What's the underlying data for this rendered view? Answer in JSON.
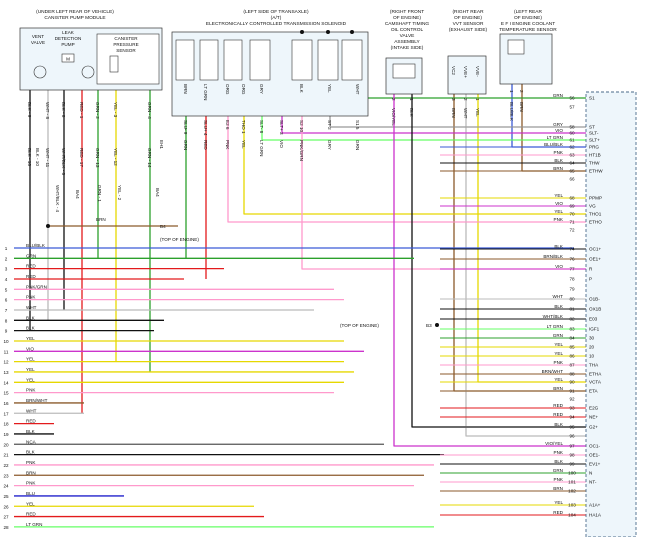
{
  "headers": {
    "canister": [
      "(UNDER LEFT REAR OF VEHICLE)",
      "CANISTER PUMP MODULE"
    ],
    "transaxle": [
      "(LEFT SIDE OF TRANSAXLE)",
      "(A/T)",
      "ELECTRONICALLY CONTROLLED TRANSMISSION SOLENOID"
    ],
    "camshaft": [
      "(RIGHT FRONT",
      "OF ENGINE)",
      "CAMSHAFT TIMING",
      "OIL CONTROL",
      "VALVE",
      "ASSEMBLY",
      "(INTAKE SIDE)"
    ],
    "vvt": [
      "(RIGHT REAR",
      "OF ENGINE)",
      "VVT SENSOR",
      "(EXHAUST SIDE)"
    ],
    "coolant": [
      "(LEFT REAR",
      "OF ENGINE)",
      "E F I ENGINE COOLANT",
      "TEMPERATURE SENSOR"
    ]
  },
  "canister_parts": {
    "vent": [
      "VENT",
      "VALVE"
    ],
    "leak": [
      "LEAK",
      "DETECTION",
      "PUMP"
    ],
    "sensor": [
      "CANISTER",
      "PRESSURE",
      "SENSOR"
    ]
  },
  "canister_wires": [
    {
      "top": "BLK - 9",
      "bottom": "BLK - 16",
      "color": "#111111"
    },
    {
      "top": "WHT - 8",
      "bottom": "WHT - 11",
      "color": "#bbbbbb"
    },
    {
      "top": "BLK - 6",
      "bottom": "WHT/BLK - 6",
      "color": "#111111"
    },
    {
      "top": "RED - 1",
      "bottom": "RED - 17",
      "color": "#e31a1c"
    },
    {
      "top": "GRN - 2",
      "bottom": "GRN - 13",
      "color": "#2ca02c"
    },
    {
      "top": "YEL - 3",
      "bottom": "YEL - 12",
      "color": "#e6d800"
    },
    {
      "top": "GRN - 4",
      "bottom": "GRN - 14",
      "color": "#2ca02c"
    }
  ],
  "canister_extra": [
    "BLK - 10",
    "GRN - 1",
    "YEL - 2",
    "WHT/BLK - 4"
  ],
  "side_codes": [
    "EH1",
    "BA4",
    "BA4"
  ],
  "solenoid_wires": [
    {
      "label": "GRN",
      "pin": "SLU- 9",
      "top": "BRN",
      "color": "#2ca02c"
    },
    {
      "label": "RED",
      "pin": "SLU+ 4",
      "top": "LT GRN",
      "color": "#e31a1c"
    },
    {
      "label": "PNK",
      "pin": "E2 6",
      "top": "ORG",
      "color": "#ff99cc"
    },
    {
      "label": "YEL",
      "pin": "THO 1",
      "top": "ORG",
      "color": "#e6d800"
    },
    {
      "label": "LT GRN",
      "pin": "SLT- 8",
      "top": "GRY",
      "color": "#66ff66"
    },
    {
      "label": "VIO",
      "pin": "SLT+ 3",
      "top": "",
      "color": "#cc33cc"
    },
    {
      "label": "PNK/GRN",
      "pin": "S2 10",
      "top": "BLK",
      "color": "#ff99cc"
    },
    {
      "label": "GRY",
      "pin": "ST 2",
      "top": "YEL",
      "color": "#999999"
    },
    {
      "label": "GRN",
      "pin": "S1 5",
      "top": "WHT",
      "color": "#2ca02c"
    }
  ],
  "cam_pins": [
    {
      "label": "VIO/YEL",
      "pin": "2"
    },
    {
      "label": "BLK",
      "pin": "1"
    }
  ],
  "vvt_pins": [
    {
      "label": "BRN",
      "pin": "3"
    },
    {
      "label": "WHT",
      "pin": "2"
    },
    {
      "label": "YEL",
      "pin": "1"
    }
  ],
  "vvt_terms": [
    "VC2",
    "VVE+",
    "VVE-"
  ],
  "coolant_pins": [
    {
      "label": "BLU/BLK",
      "pin": "1"
    },
    {
      "label": "BRN",
      "pin": "2"
    }
  ],
  "brn_splice": {
    "wire": "BRN",
    "code": "B4",
    "note": "(TOP OF ENGINE)"
  },
  "top_engine_splice": {
    "note": "(TOP OF ENGINE)",
    "code": "B3"
  },
  "left_rows": [
    {
      "n": "1",
      "label": "BLU/BLK",
      "color": "#3b5bd6"
    },
    {
      "n": "2",
      "label": "GRN",
      "color": "#2ca02c"
    },
    {
      "n": "3",
      "label": "RED",
      "color": "#e31a1c"
    },
    {
      "n": "4",
      "label": "RED",
      "color": "#e31a1c"
    },
    {
      "n": "5",
      "label": "PNK/GRN",
      "color": "#ff99cc"
    },
    {
      "n": "6",
      "label": "PNK",
      "color": "#ff99cc"
    },
    {
      "n": "7",
      "label": "WHT",
      "color": "#bbbbbb"
    },
    {
      "n": "8",
      "label": "BLK",
      "color": "#111111"
    },
    {
      "n": "9",
      "label": "BLK",
      "color": "#111111"
    },
    {
      "n": "10",
      "label": "YEL",
      "color": "#e6d800"
    },
    {
      "n": "11",
      "label": "VIO",
      "color": "#cc33cc"
    },
    {
      "n": "12",
      "label": "YEL",
      "color": "#e6d800"
    },
    {
      "n": "13",
      "label": "YEL",
      "color": "#e6d800"
    },
    {
      "n": "14",
      "label": "YEL",
      "color": "#e6d800"
    },
    {
      "n": "15",
      "label": "PNK",
      "color": "#ff99cc"
    },
    {
      "n": "16",
      "label": "BRN/WHT",
      "color": "#8b5a2b"
    },
    {
      "n": "17",
      "label": "WHT",
      "color": "#bbbbbb"
    },
    {
      "n": "18",
      "label": "RED",
      "color": "#e31a1c"
    },
    {
      "n": "19",
      "label": "BLK",
      "color": "#111111"
    },
    {
      "n": "20",
      "label": "NCA",
      "color": "#555555"
    },
    {
      "n": "21",
      "label": "BLK",
      "color": "#111111"
    },
    {
      "n": "22",
      "label": "PNK",
      "color": "#ff99cc"
    },
    {
      "n": "23",
      "label": "BRN",
      "color": "#8b5a2b"
    },
    {
      "n": "24",
      "label": "PNK",
      "color": "#ff99cc"
    },
    {
      "n": "25",
      "label": "BLU",
      "color": "#2020cc"
    },
    {
      "n": "26",
      "label": "YEL",
      "color": "#e6d800"
    },
    {
      "n": "27",
      "label": "RED",
      "color": "#e31a1c"
    },
    {
      "n": "28",
      "label": "LT GRN",
      "color": "#66ff66"
    }
  ],
  "right_rows": [
    {
      "n": "56",
      "label": "GRN",
      "term": "S1",
      "color": "#2ca02c"
    },
    {
      "n": "57",
      "label": "",
      "term": "",
      "color": ""
    },
    {
      "n": "58",
      "label": "GRY",
      "term": "ST",
      "color": "#999999"
    },
    {
      "n": "60",
      "label": "VIO",
      "term": "SLT-",
      "color": "#cc33cc"
    },
    {
      "n": "61",
      "label": "LT GRN",
      "term": "SLT+",
      "color": "#66ff66"
    },
    {
      "n": "62",
      "label": "BLU/BLK",
      "term": "PRG",
      "color": "#3b5bd6"
    },
    {
      "n": "63",
      "label": "PNK",
      "term": "HT1B",
      "color": "#ff99cc"
    },
    {
      "n": "64",
      "label": "BLK",
      "term": "THW",
      "color": "#111111"
    },
    {
      "n": "65",
      "label": "BRN",
      "term": "ETHW",
      "color": "#8b5a2b"
    },
    {
      "n": "66",
      "label": "",
      "term": "",
      "color": ""
    },
    {
      "n": "68",
      "label": "YEL",
      "term": "PPMP",
      "color": "#e6d800"
    },
    {
      "n": "69",
      "label": "VIO",
      "term": "VG",
      "color": "#cc33cc"
    },
    {
      "n": "70",
      "label": "YEL",
      "term": "THO1",
      "color": "#e6d800"
    },
    {
      "n": "71",
      "label": "PNK",
      "term": "ETHO",
      "color": "#ff99cc"
    },
    {
      "n": "72",
      "label": "",
      "term": "",
      "color": ""
    },
    {
      "n": "74",
      "label": "BLK",
      "term": "OC1+",
      "color": "#111111"
    },
    {
      "n": "76",
      "label": "BRN/BLK",
      "term": "OE1+",
      "color": "#8b5a2b"
    },
    {
      "n": "77",
      "label": "VIO",
      "term": "R",
      "color": "#cc33cc"
    },
    {
      "n": "78",
      "label": "",
      "term": "P",
      "color": ""
    },
    {
      "n": "79",
      "label": "",
      "term": "",
      "color": ""
    },
    {
      "n": "80",
      "label": "WHT",
      "term": "O1B-",
      "color": "#bbbbbb"
    },
    {
      "n": "81",
      "label": "BLK",
      "term": "OX1B",
      "color": "#111111"
    },
    {
      "n": "82",
      "label": "WHT/BLK",
      "term": "E03",
      "color": "#111111"
    },
    {
      "n": "83",
      "label": "LT GRN",
      "term": "IGF1",
      "color": "#66ff66"
    },
    {
      "n": "84",
      "label": "GRN",
      "term": "30",
      "color": "#2ca02c"
    },
    {
      "n": "85",
      "label": "YEL",
      "term": "20",
      "color": "#e6d800"
    },
    {
      "n": "86",
      "label": "YEL",
      "term": "10",
      "color": "#e6d800"
    },
    {
      "n": "87",
      "label": "PNK",
      "term": "THA",
      "color": "#ff99cc"
    },
    {
      "n": "88",
      "label": "BRN/WHT",
      "term": "ETHA",
      "color": "#8b5a2b"
    },
    {
      "n": "90",
      "label": "YEL",
      "term": "VCTA",
      "color": "#e6d800"
    },
    {
      "n": "91",
      "label": "BRN",
      "term": "ETA",
      "color": "#8b5a2b"
    },
    {
      "n": "92",
      "label": "",
      "term": "",
      "color": ""
    },
    {
      "n": "93",
      "label": "RED",
      "term": "E2G",
      "color": "#e31a1c"
    },
    {
      "n": "94",
      "label": "RED",
      "term": "NE+",
      "color": "#e31a1c"
    },
    {
      "n": "95",
      "label": "BLK",
      "term": "G2+",
      "color": "#111111"
    },
    {
      "n": "96",
      "label": "",
      "term": "",
      "color": ""
    },
    {
      "n": "97",
      "label": "VIO/YEL",
      "term": "OC1-",
      "color": "#cc33cc"
    },
    {
      "n": "98",
      "label": "PNK",
      "term": "OE1-",
      "color": "#ff99cc"
    },
    {
      "n": "99",
      "label": "BLK",
      "term": "EV1+",
      "color": "#111111"
    },
    {
      "n": "100",
      "label": "GRN",
      "term": "N",
      "color": "#2ca02c"
    },
    {
      "n": "101",
      "label": "PNK",
      "term": "NT-",
      "color": "#ff99cc"
    },
    {
      "n": "102",
      "label": "BRN",
      "term": "",
      "color": "#8b5a2b"
    },
    {
      "n": "103",
      "label": "YEL",
      "term": "A1A+",
      "color": "#e6d800"
    },
    {
      "n": "104",
      "label": "RED",
      "term": "HA1A",
      "color": "#e31a1c"
    }
  ]
}
